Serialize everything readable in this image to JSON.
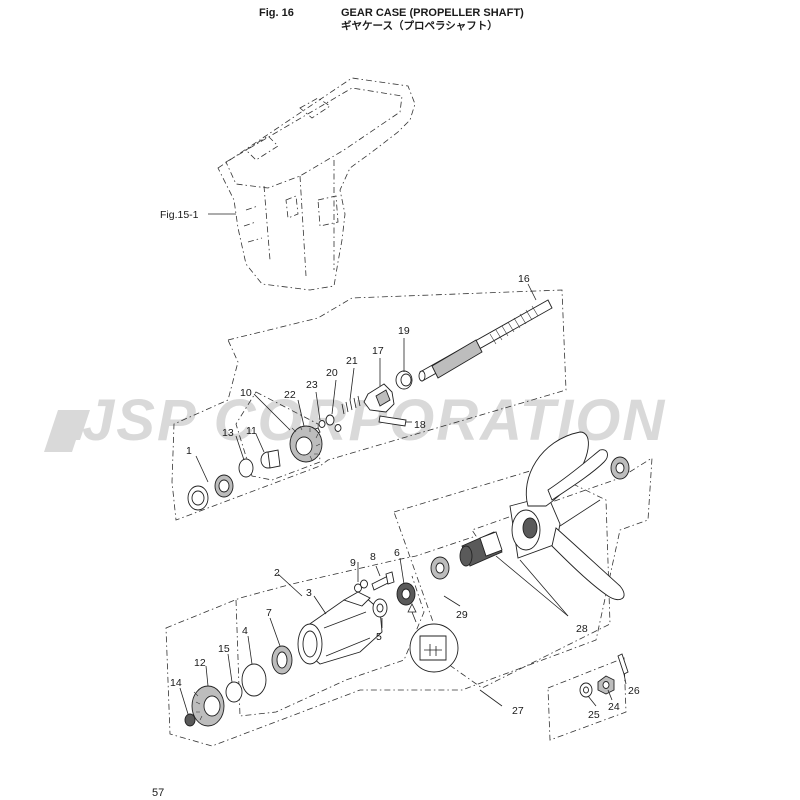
{
  "header": {
    "fig_number": "Fig. 16",
    "title_en": "GEAR CASE (PROPELLER SHAFT)",
    "title_ja": "ギヤケース（プロペラシャフト）"
  },
  "reference": {
    "label": "Fig.15-1"
  },
  "watermark": {
    "text": "JSP CORPORATION"
  },
  "page_number": "57",
  "callouts": [
    {
      "id": "c1",
      "label": "1"
    },
    {
      "id": "c2",
      "label": "2"
    },
    {
      "id": "c3",
      "label": "3"
    },
    {
      "id": "c4",
      "label": "4"
    },
    {
      "id": "c5",
      "label": "5"
    },
    {
      "id": "c6",
      "label": "6"
    },
    {
      "id": "c7",
      "label": "7"
    },
    {
      "id": "c8",
      "label": "8"
    },
    {
      "id": "c9",
      "label": "9"
    },
    {
      "id": "c10",
      "label": "10"
    },
    {
      "id": "c11",
      "label": "11"
    },
    {
      "id": "c12",
      "label": "12"
    },
    {
      "id": "c13",
      "label": "13"
    },
    {
      "id": "c14",
      "label": "14"
    },
    {
      "id": "c15",
      "label": "15"
    },
    {
      "id": "c16",
      "label": "16"
    },
    {
      "id": "c17",
      "label": "17"
    },
    {
      "id": "c18",
      "label": "18"
    },
    {
      "id": "c19",
      "label": "19"
    },
    {
      "id": "c20",
      "label": "20"
    },
    {
      "id": "c21",
      "label": "21"
    },
    {
      "id": "c22",
      "label": "22"
    },
    {
      "id": "c23",
      "label": "23"
    },
    {
      "id": "c24",
      "label": "24"
    },
    {
      "id": "c25",
      "label": "25"
    },
    {
      "id": "c26",
      "label": "26"
    },
    {
      "id": "c27",
      "label": "27"
    },
    {
      "id": "c28",
      "label": "28"
    },
    {
      "id": "c29",
      "label": "29"
    }
  ]
}
